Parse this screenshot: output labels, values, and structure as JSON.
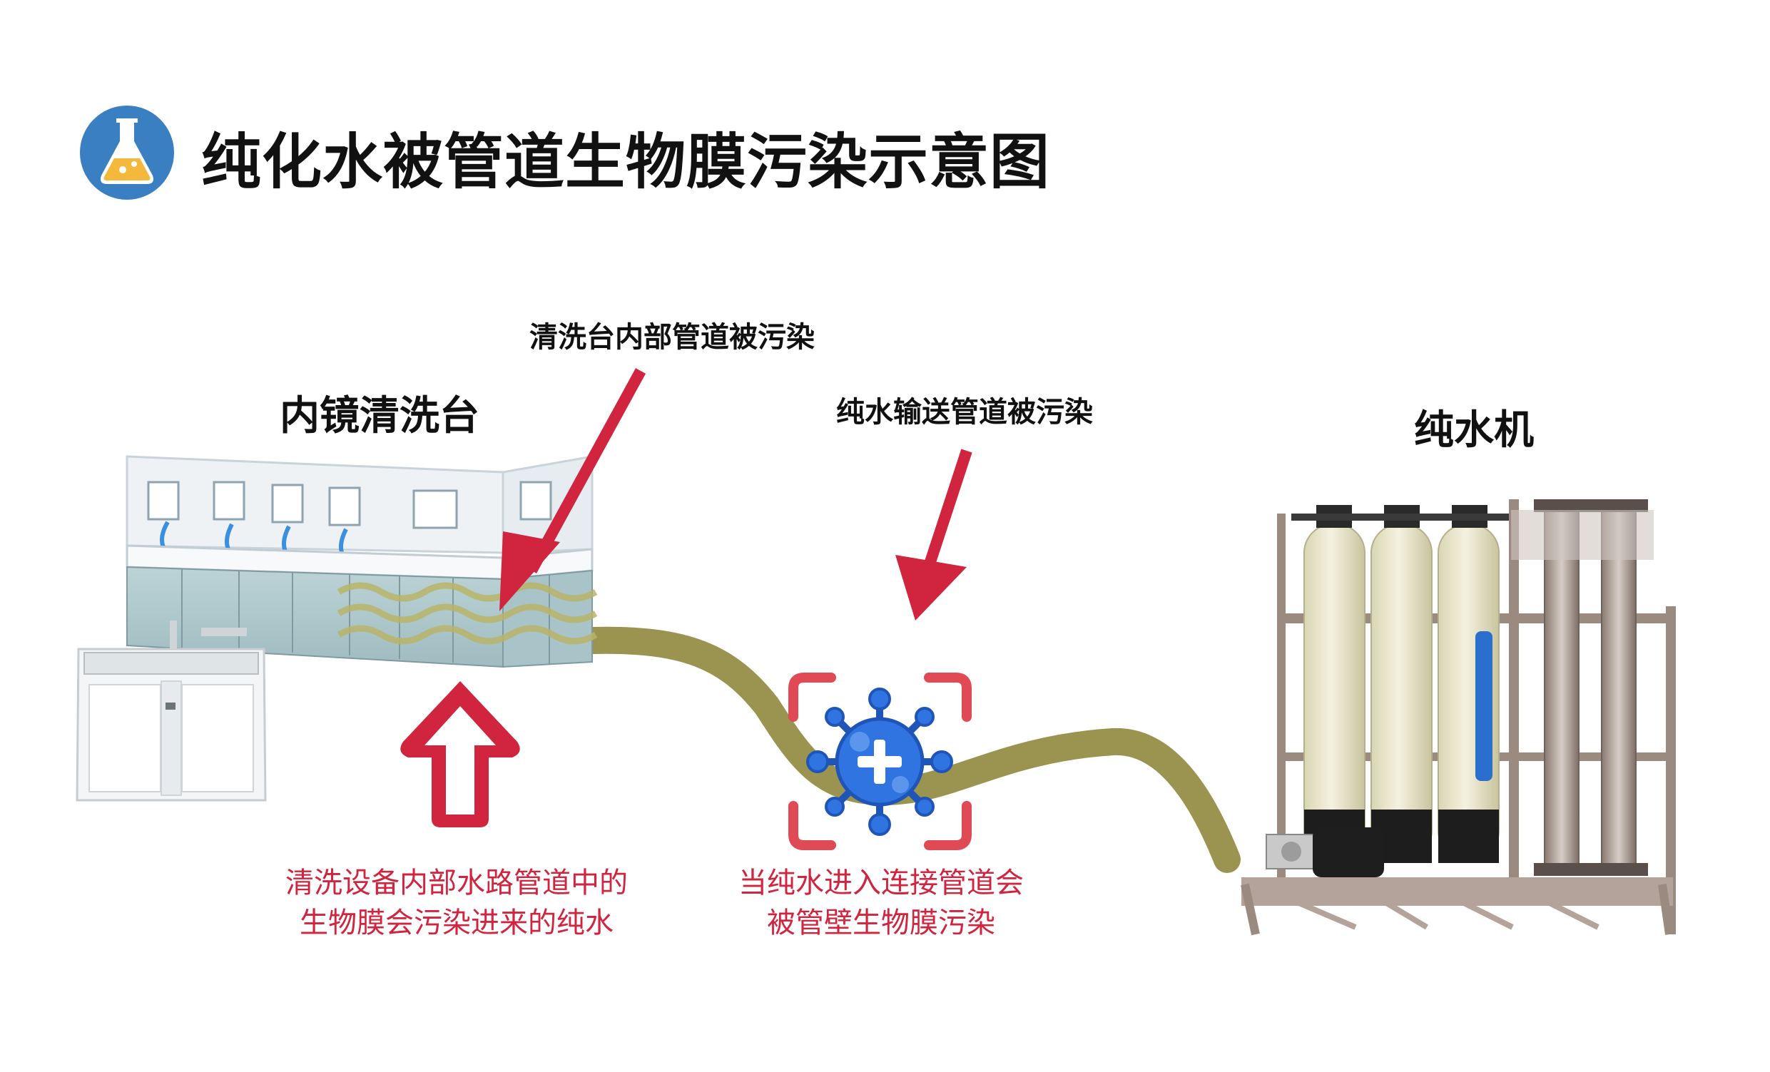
{
  "title": "纯化水被管道生物膜污染示意图",
  "labels": {
    "washer": "内镜清洗台",
    "washer_pipe": "清洗台内部管道被污染",
    "transport_pipe": "纯水输送管道被污染",
    "purifier": "纯水机"
  },
  "notes": {
    "left_line1": "清洗设备内部水路管道中的",
    "left_line2": "生物膜会污染进来的纯水",
    "middle_line1": "当纯水进入连接管道会",
    "middle_line2": "被管壁生物膜污染"
  },
  "icons": {
    "title_icon": "flask-icon",
    "bacteria": "bacteria-icon"
  },
  "colors": {
    "accent_red": "#d0243f",
    "pipe_olive": "#9a9450",
    "icon_blue": "#3a7fc1",
    "germ_blue": "#2f74e0"
  }
}
